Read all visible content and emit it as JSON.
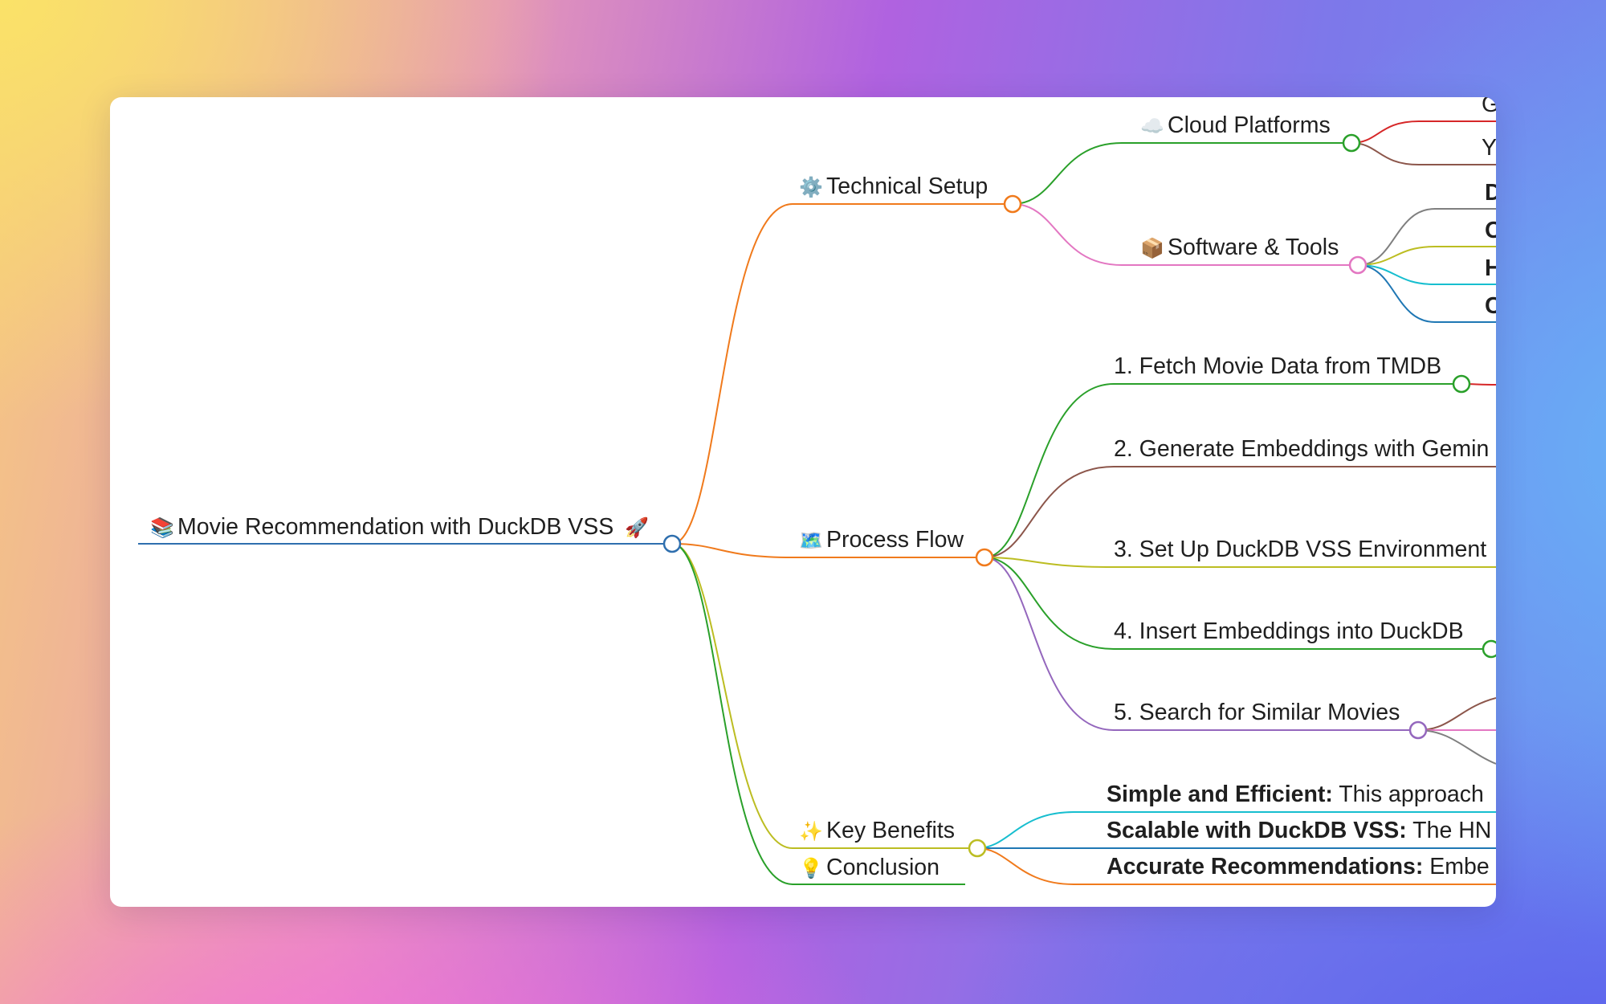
{
  "root": {
    "emoji": "📚",
    "label": "Movie Recommendation with DuckDB VSS",
    "emoji_after": "🚀",
    "color": "#2f6fae"
  },
  "branches": {
    "technical_setup": {
      "emoji": "⚙️",
      "label": "Technical Setup",
      "color": "#f07a1c",
      "children": {
        "cloud_platforms": {
          "emoji": "☁️",
          "label": "Cloud Platforms",
          "color": "#2aa02a",
          "leaf_fragments": [
            "G",
            "Y"
          ]
        },
        "software_tools": {
          "emoji": "📦",
          "label": "Software & Tools",
          "color": "#e377c2",
          "leaf_fragments": [
            "D",
            "O",
            "H",
            "C"
          ]
        }
      }
    },
    "process_flow": {
      "emoji": "🗺️",
      "label": "Process Flow",
      "color": "#f07a1c",
      "steps": [
        {
          "label": "1. Fetch Movie Data from TMDB",
          "color": "#2aa02a"
        },
        {
          "label": "2. Generate Embeddings with Gemin",
          "color": "#8c564b"
        },
        {
          "label": "3. Set Up DuckDB VSS Environment",
          "color": "#bcbd22"
        },
        {
          "label": "4. Insert Embeddings into DuckDB",
          "color": "#2aa02a"
        },
        {
          "label": "5. Search for Similar Movies",
          "color": "#9467bd"
        }
      ]
    },
    "key_benefits": {
      "emoji": "✨",
      "label": "Key Benefits",
      "color": "#bcbd22",
      "items": [
        {
          "bold": "Simple and Efficient:",
          "text": " This approach",
          "color": "#17becf"
        },
        {
          "bold": "Scalable with DuckDB VSS:",
          "text": " The HN",
          "color": "#1f77b4"
        },
        {
          "bold": "Accurate Recommendations:",
          "text": " Embe",
          "color": "#f07a1c"
        }
      ]
    },
    "conclusion": {
      "emoji": "💡",
      "label": "Conclusion",
      "color": "#2aa02a"
    }
  }
}
